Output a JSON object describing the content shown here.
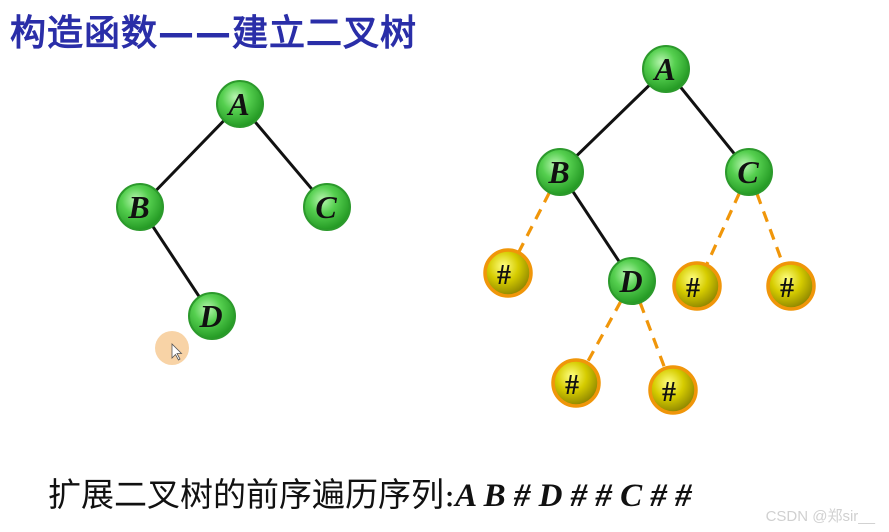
{
  "title": "构造函数——建立二叉树",
  "caption": {
    "label": "扩展二叉树的前序遍历序列:",
    "sequence": "A B # D # # C # #"
  },
  "watermark": "CSDN @郑sir__",
  "colors": {
    "title": "#2a2ea8",
    "node_fill": "#3cbf3c",
    "node_stroke": "#2c9a2c",
    "null_fill": "#c8c000",
    "null_stroke": "#f0960a",
    "edge": "#111111",
    "null_edge": "#f0960a",
    "cursor_halo": "#f6c890"
  },
  "left_tree": {
    "nodes": [
      {
        "id": "A",
        "label": "A"
      },
      {
        "id": "B",
        "label": "B"
      },
      {
        "id": "C",
        "label": "C"
      },
      {
        "id": "D",
        "label": "D"
      }
    ],
    "edges": [
      [
        "A",
        "B"
      ],
      [
        "A",
        "C"
      ],
      [
        "B",
        "D"
      ]
    ]
  },
  "right_tree": {
    "nodes": [
      {
        "id": "A",
        "label": "A",
        "null": false
      },
      {
        "id": "B",
        "label": "B",
        "null": false
      },
      {
        "id": "C",
        "label": "C",
        "null": false
      },
      {
        "id": "n1",
        "label": "#",
        "null": true
      },
      {
        "id": "D",
        "label": "D",
        "null": false
      },
      {
        "id": "n4",
        "label": "#",
        "null": true
      },
      {
        "id": "n5",
        "label": "#",
        "null": true
      },
      {
        "id": "n2",
        "label": "#",
        "null": true
      },
      {
        "id": "n3",
        "label": "#",
        "null": true
      }
    ],
    "edges": [
      [
        "A",
        "B",
        false
      ],
      [
        "A",
        "C",
        false
      ],
      [
        "B",
        "D",
        false
      ],
      [
        "B",
        "n1",
        true
      ],
      [
        "C",
        "n4",
        true
      ],
      [
        "C",
        "n5",
        true
      ],
      [
        "D",
        "n2",
        true
      ],
      [
        "D",
        "n3",
        true
      ]
    ]
  }
}
